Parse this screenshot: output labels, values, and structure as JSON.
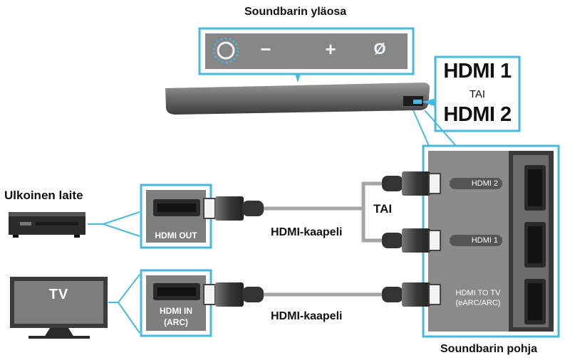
{
  "labels": {
    "top_title": "Soundbarin yläosa",
    "hdmi1": "HDMI 1",
    "tai": "TAI",
    "hdmi2": "HDMI 2",
    "external_device": "Ulkoinen laite",
    "hdmi_out": "HDMI OUT",
    "hdmi_in": "HDMI IN",
    "hdmi_in_arc": "(ARC)",
    "tv": "TV",
    "cable1": "HDMI-kaapeli",
    "cable2": "HDMI-kaapeli",
    "tai_mid": "TAI",
    "port_hdmi2": "HDMI 2",
    "port_hdmi1": "HDMI 1",
    "port_hdmi_to_tv": "HDMI TO TV",
    "port_earc": "(eARC/ARC)",
    "bottom": "Soundbarin pohja"
  },
  "buttons": [
    {
      "name": "power-icon",
      "glyph": "○"
    },
    {
      "name": "volume-down-icon",
      "glyph": "−"
    },
    {
      "name": "volume-up-icon",
      "glyph": "+"
    },
    {
      "name": "mute-icon",
      "glyph": "Ø"
    }
  ],
  "colors": {
    "highlight": "#4ab8dc",
    "panel_gray": "#7e7e7e",
    "dark": "#333333",
    "cable": "#a6a6a6"
  }
}
